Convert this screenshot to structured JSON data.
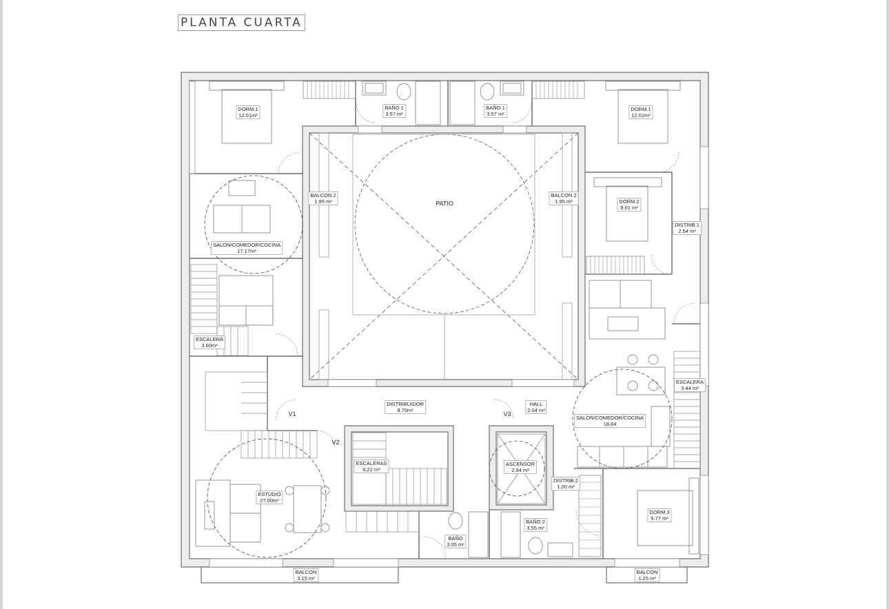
{
  "sheet": {
    "title": "PLANTA CUARTA"
  },
  "rooms": {
    "dorm1_left": {
      "name": "DORM.1",
      "area": "12.01m²"
    },
    "bano1_left": {
      "name": "BAÑO 1",
      "area": "3.57 m²"
    },
    "bano1_right": {
      "name": "BAÑO 1",
      "area": "3.57 m²"
    },
    "dorm1_right": {
      "name": "DORM.1",
      "area": "12.01m²"
    },
    "balcon2_left": {
      "name": "BALCON 2",
      "area": "1.95 m²"
    },
    "patio": {
      "name": "PATIO"
    },
    "balcon2_right": {
      "name": "BALCON 2",
      "area": "1.95 m²"
    },
    "dorm2": {
      "name": "DORM.2",
      "area": "8.01 m²"
    },
    "distrib1": {
      "name": "DISTRIB.1",
      "area": "2.54 m²"
    },
    "salon_left": {
      "name": "SALON/COMEDOR/COCINA",
      "area": "17.17m²"
    },
    "escalera_left": {
      "name": "ESCALERA",
      "area": "3.60m²"
    },
    "distribuidor": {
      "name": "DISTRIBUIDOR",
      "area": "9.70m²"
    },
    "hall": {
      "name": "HALL",
      "area": "2.04 m²"
    },
    "escalera_right": {
      "name": "ESCALERA",
      "area": "3.44 m²"
    },
    "salon_right": {
      "name": "SALON/COMEDOR/COCINA",
      "area": "18.84"
    },
    "escaleras": {
      "name": "ESCALERAS",
      "area": "6.22 m²"
    },
    "ascensor": {
      "name": "ASCENSOR",
      "area": "2.94 m²"
    },
    "distrib2": {
      "name": "DISTRIB.2",
      "area": "1.00 m²"
    },
    "estudio": {
      "name": "ESTUDIO",
      "area": "27.00m²"
    },
    "bano": {
      "name": "BAÑO",
      "area": "3.05 m²"
    },
    "bano2": {
      "name": "BAÑO 2",
      "area": "3.55 m²"
    },
    "dorm3": {
      "name": "DORM.3",
      "area": "9.77 m²"
    },
    "balcon_left": {
      "name": "BALCON",
      "area": "3.15 m²"
    },
    "balcon_right": {
      "name": "BALCON",
      "area": "1.25 m²"
    }
  },
  "door_tags": {
    "v1": "V1",
    "v2": "V2",
    "v3": "V3"
  },
  "colors": {
    "wall": "#6e6e6e",
    "line": "#8a8a8a",
    "light": "#bdbdbd"
  }
}
